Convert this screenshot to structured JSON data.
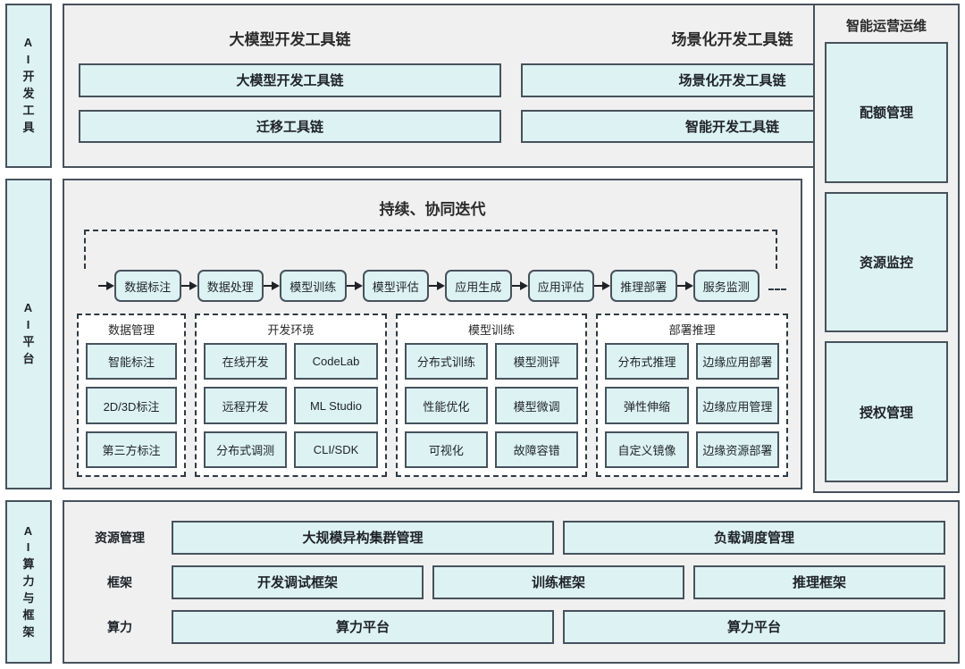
{
  "bands": {
    "tools": {
      "side_label": "AI开发工具",
      "columns": [
        {
          "title": "大模型开发工具链",
          "items": [
            "大模型开发工具链",
            "迁移工具链"
          ]
        },
        {
          "title": "场景化开发工具链",
          "items": [
            "场景化开发工具链",
            "智能开发工具链"
          ]
        }
      ]
    },
    "platform": {
      "side_label": "AI平台",
      "title": "持续、协同迭代",
      "pipeline": [
        "数据标注",
        "数据处理",
        "模型训练",
        "模型评估",
        "应用生成",
        "应用评估",
        "推理部署",
        "服务监测"
      ],
      "groups": [
        {
          "title": "数据管理",
          "columns": 1,
          "items": [
            "智能标注",
            "2D/3D标注",
            "第三方标注"
          ]
        },
        {
          "title": "开发环境",
          "columns": 2,
          "items": [
            "在线开发",
            "CodeLab",
            "远程开发",
            "ML Studio",
            "分布式调测",
            "CLI/SDK"
          ]
        },
        {
          "title": "模型训练",
          "columns": 2,
          "items": [
            "分布式训练",
            "模型测评",
            "性能优化",
            "模型微调",
            "可视化",
            "故障容错"
          ]
        },
        {
          "title": "部署推理",
          "columns": 2,
          "items": [
            "分布式推理",
            "边缘应用部署",
            "弹性伸缩",
            "边缘应用管理",
            "自定义镜像",
            "边缘资源部署"
          ]
        }
      ]
    },
    "compute": {
      "side_label": "AI算力与框架",
      "rows": [
        {
          "label": "资源管理",
          "items": [
            {
              "text": "大规模异构集群管理",
              "weight": 3
            },
            {
              "text": "负载调度管理",
              "weight": 3
            }
          ]
        },
        {
          "label": "框架",
          "items": [
            {
              "text": "开发调试框架",
              "weight": 2
            },
            {
              "text": "训练框架",
              "weight": 2
            },
            {
              "text": "推理框架",
              "weight": 2
            }
          ]
        },
        {
          "label": "算力",
          "items": [
            {
              "text": "算力平台",
              "weight": 3
            },
            {
              "text": "算力平台",
              "weight": 3
            }
          ]
        }
      ]
    }
  },
  "operations": {
    "title": "智能运营运维",
    "items": [
      "配额管理",
      "资源监控",
      "授权管理"
    ]
  },
  "colors": {
    "box_fill": "#dcf2f3",
    "border": "#47525c",
    "panel_bg": "#f0f0f0",
    "dash_border": "#2f3a42",
    "text": "#1f2329"
  }
}
